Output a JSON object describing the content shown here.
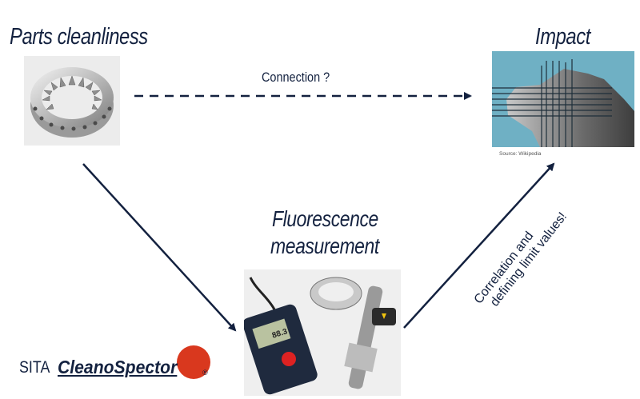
{
  "nodes": {
    "parts": {
      "title": "Parts cleanliness",
      "image": "ring-gear-photo"
    },
    "impact": {
      "title": "Impact",
      "image": "coating-delamination-photo",
      "source": "Source: Wikipedia"
    },
    "fluorescence": {
      "title_line1": "Fluorescence",
      "title_line2": "measurement",
      "image": "fluorescence-meter-photo",
      "device_reading": "88.3"
    }
  },
  "edges": {
    "connection": {
      "label": "Connection ?",
      "style": "dashed"
    },
    "correlation": {
      "label_line1": "Correlation and",
      "label_line2": "defining limit values!"
    }
  },
  "logo": {
    "prefix": "SITA",
    "brand": "CleanoSpector",
    "registered": "®"
  },
  "colors": {
    "navy": "#13213f",
    "logo_red": "#d9381e",
    "impact_bg": "#6fb0c4"
  }
}
